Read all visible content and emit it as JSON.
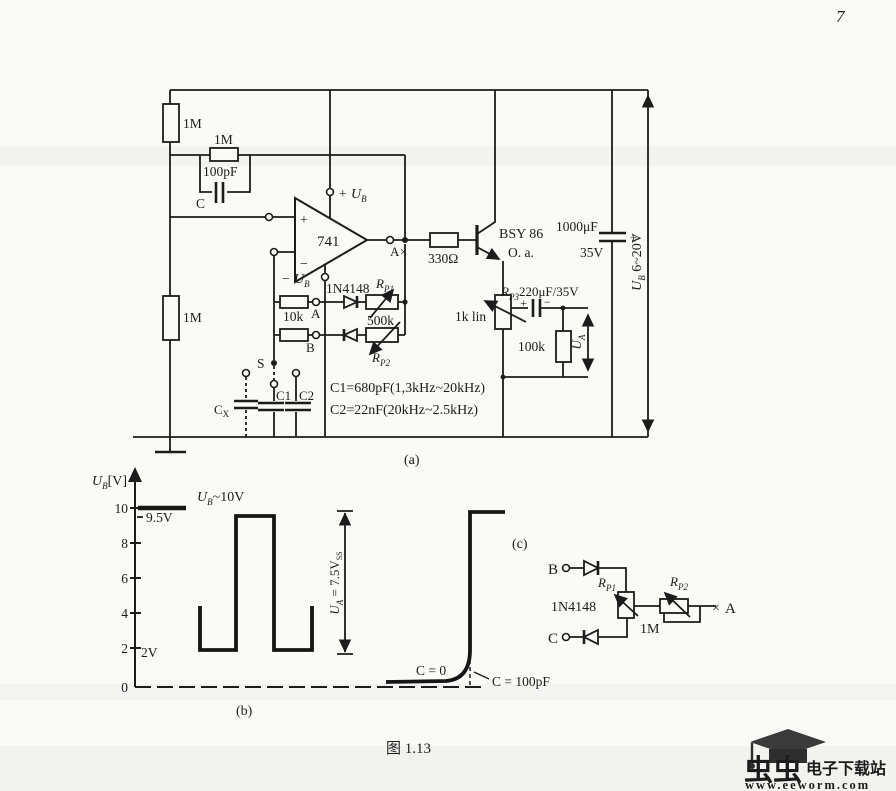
{
  "page": {
    "number": "7",
    "caption": "图 1.13"
  },
  "circuit_a": {
    "section_label": "(a)",
    "r_top": "1M",
    "r_left": "1M",
    "r_feedback": "1M",
    "c_feedback": "100pF",
    "c_feedback_name": "C",
    "opamp_type": "741",
    "opamp_plus": "+",
    "opamp_minus": "−",
    "supply_plus": [
      "+ U",
      "B"
    ],
    "supply_minus": [
      "− U",
      "B"
    ],
    "diode": "1N4148",
    "rp1": [
      "R",
      "P1"
    ],
    "rp1_value": "500k",
    "rp2": [
      "R",
      "P2"
    ],
    "r_input": "10k",
    "node_a": "A",
    "node_b": "B",
    "out_node": "A",
    "out_mark": "×",
    "r_base": "330Ω",
    "transistor": "BSY 86",
    "transistor_note": "O. a.",
    "rp3_cap": [
      "R",
      "P3",
      "220μF/35V"
    ],
    "rp3_value": "1k lin",
    "cap_plus": "+",
    "cap_minus": "−",
    "c_out": "1000μF",
    "c_out_v": "35V",
    "c_out_plus": "+",
    "r_load": "100k",
    "u_out": [
      "U",
      "A"
    ],
    "rail": [
      "U",
      "B",
      " 6~20V"
    ],
    "switch": "S",
    "cx": [
      "C",
      "X"
    ],
    "c1": "C1",
    "c2": "C2",
    "formula_c1": "C1=680pF(1,3kHz~20kHz)",
    "formula_c2": "C2=22nF(20kHz~2.5kHz)"
  },
  "waveform_b": {
    "section_label": "(b)",
    "y_label": [
      "U",
      "B",
      "[V]"
    ],
    "y_ticks": [
      "10",
      "8",
      "6",
      "4",
      "2",
      "0"
    ],
    "ref_label": [
      "U",
      "B",
      "~10V"
    ],
    "high_level": "9.5V",
    "low_level": "2V",
    "amplitude": [
      "U",
      "A",
      " = 7.5V",
      "SS"
    ],
    "curve_c0": "C = 0",
    "curve_c100": "C = 100pF",
    "levels_v": {
      "high": 9.5,
      "low": 2,
      "supply": 10
    }
  },
  "circuit_c": {
    "section_label": "(c)",
    "terminal_b": "B",
    "terminal_c": "C",
    "terminal_a": "A",
    "terminal_a_mark": "×",
    "diode": "1N4148",
    "rp1": [
      "R",
      "P1"
    ],
    "rp2": [
      "R",
      "P2"
    ],
    "rp2_value": "1M"
  },
  "watermark": {
    "brand": "虫虫",
    "site_name": "电子下载站",
    "url": "www.eeworm.com",
    "red": "#c7231d",
    "cap_color": "#3a3a3a"
  }
}
